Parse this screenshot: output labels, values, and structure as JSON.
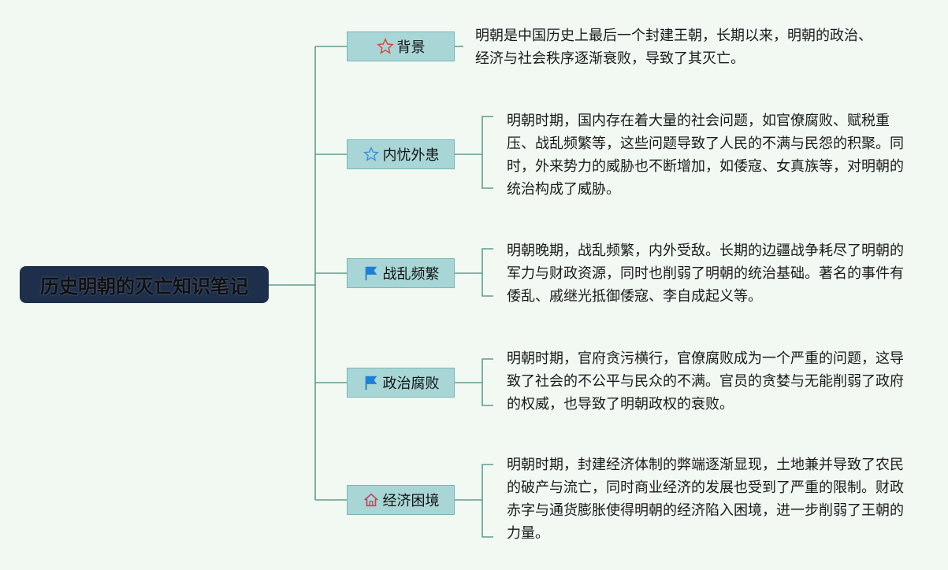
{
  "root": {
    "title": "历史明朝的灭亡知识笔记"
  },
  "colors": {
    "root_bg": "#1e2f4b",
    "branch_bg": "#a8d6d7",
    "line": "#5f9e8f",
    "star_red": "#d94a3a",
    "star_blue": "#3a8fd9",
    "flag_blue": "#1f7fd6",
    "house_red": "#c8405a"
  },
  "branches": [
    {
      "label": "背景",
      "icon": "star-outline-red-icon",
      "text": "明朝是中国历史上最后一个封建王朝，长期以来，明朝的政治、经济与社会秩序逐渐衰败，导致了其灭亡。"
    },
    {
      "label": "内忧外患",
      "icon": "star-outline-blue-icon",
      "text": "明朝时期，国内存在着大量的社会问题，如官僚腐败、赋税重压、战乱频繁等，这些问题导致了人民的不满与民怨的积聚。同时，外来势力的威胁也不断增加，如倭寇、女真族等，对明朝的统治构成了威胁。"
    },
    {
      "label": "战乱频繁",
      "icon": "flag-blue-icon",
      "text": "明朝晚期，战乱频繁，内外受敌。长期的边疆战争耗尽了明朝的军力与财政资源，同时也削弱了明朝的统治基础。著名的事件有倭乱、戚继光抵御倭寇、李自成起义等。"
    },
    {
      "label": "政治腐败",
      "icon": "flag-blue-icon",
      "text": "明朝时期，官府贪污横行，官僚腐败成为一个严重的问题，这导致了社会的不公平与民众的不满。官员的贪婪与无能削弱了政府的权威，也导致了明朝政权的衰败。"
    },
    {
      "label": "经济困境",
      "icon": "house-icon",
      "text": "明朝时期，封建经济体制的弊端逐渐显现，土地兼并导致了农民的破产与流亡，同时商业经济的发展也受到了严重的限制。财政赤字与通货膨胀使得明朝的经济陷入困境，进一步削弱了王朝的力量。"
    }
  ]
}
